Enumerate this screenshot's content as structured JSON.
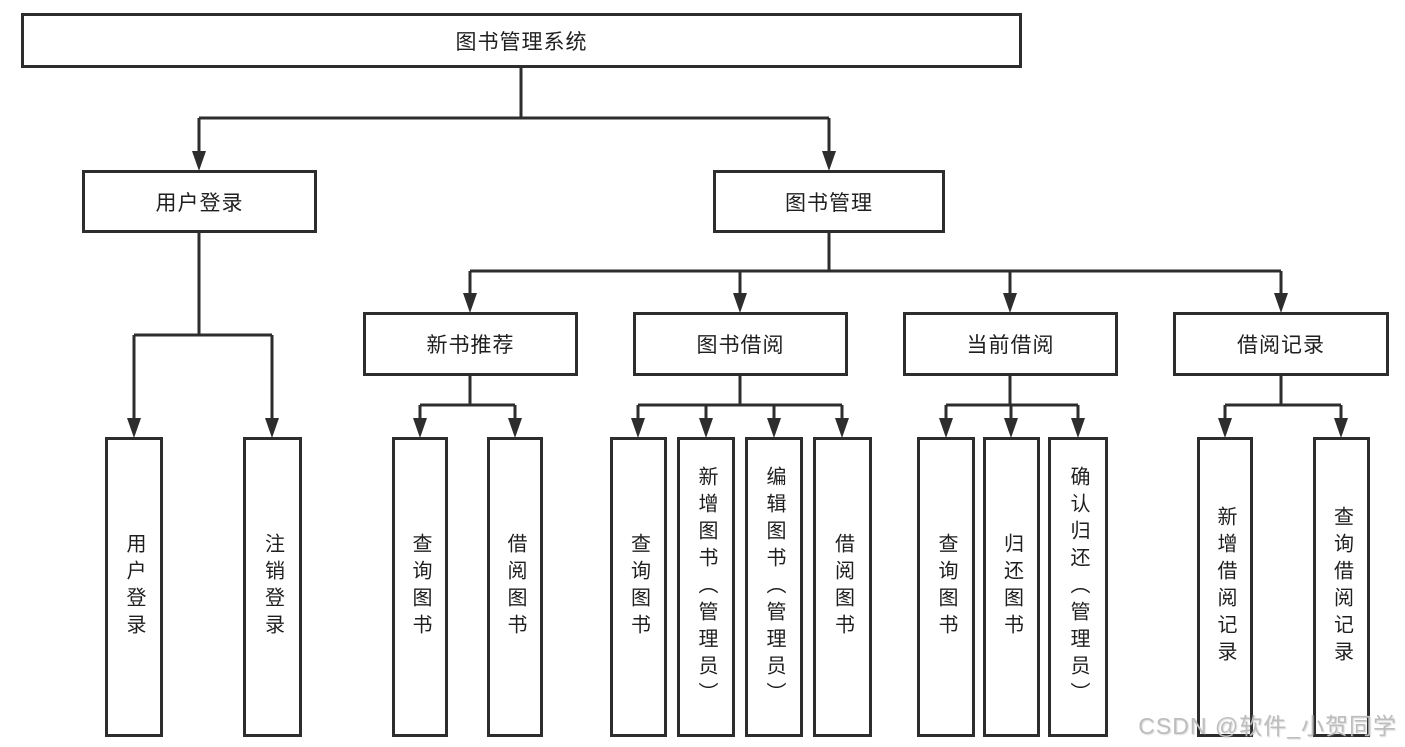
{
  "diagram": {
    "type": "hierarchy-tree",
    "tree": {
      "root": {
        "label": "图书管理系统"
      },
      "branches": [
        {
          "label": "用户登录",
          "leaves": [
            "用户登录",
            "注销登录"
          ]
        },
        {
          "label": "图书管理",
          "groups": [
            {
              "label": "新书推荐",
              "leaves": [
                "查询图书",
                "借阅图书"
              ]
            },
            {
              "label": "图书借阅",
              "leaves": [
                "查询图书",
                "新增图书（管理员）",
                "编辑图书（管理员）",
                "借阅图书"
              ]
            },
            {
              "label": "当前借阅",
              "leaves": [
                "查询图书",
                "归还图书",
                "确认归还（管理员）"
              ]
            },
            {
              "label": "借阅记录",
              "leaves": [
                "新增借阅记录",
                "查询借阅记录"
              ]
            }
          ]
        }
      ]
    }
  },
  "watermark": "CSDN @软件_小贺同学",
  "colors": {
    "line": "#2d2d2d",
    "text": "#1f1f1f",
    "watermark": "#bdbdbd",
    "background": "#ffffff"
  }
}
